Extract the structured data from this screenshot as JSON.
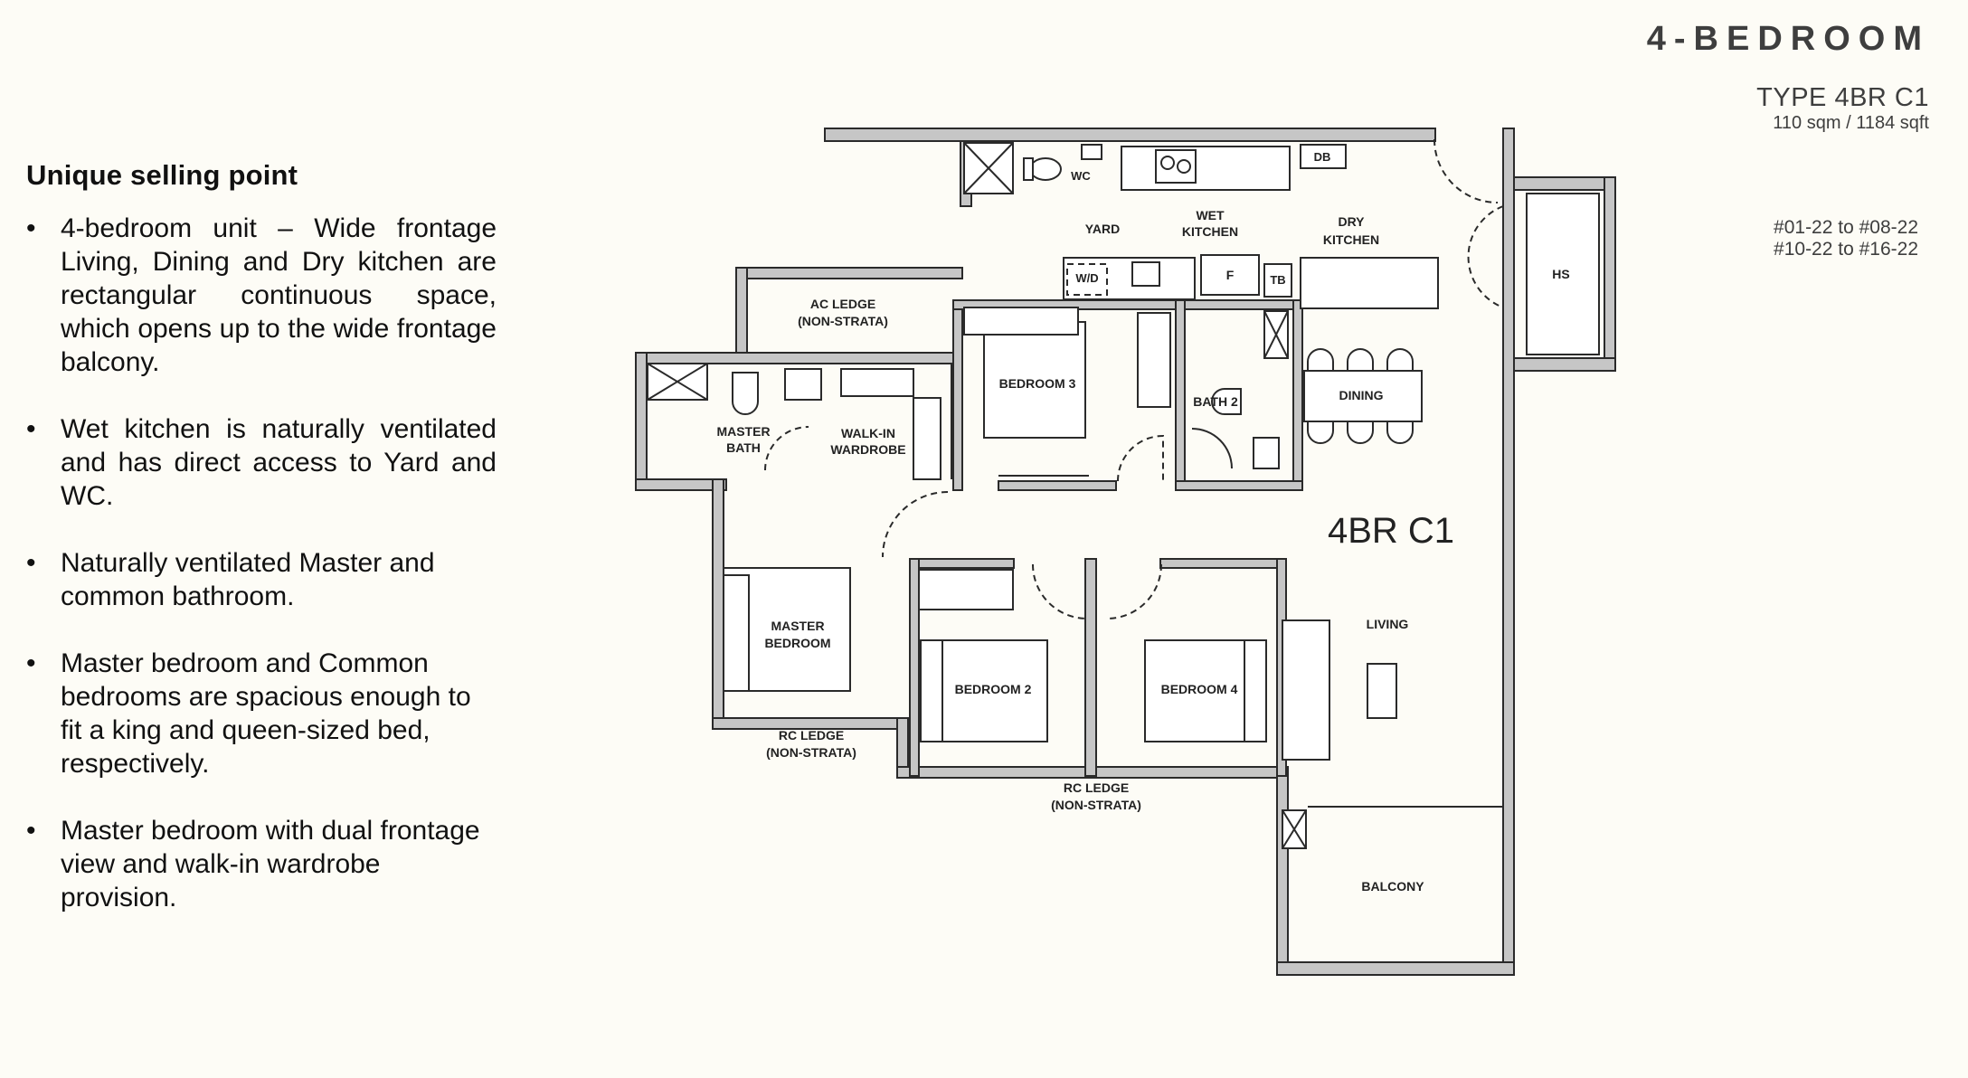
{
  "header": {
    "title": "4-BEDROOM",
    "type": "TYPE 4BR C1",
    "size": "110 sqm / 1184 sqft",
    "units_line1": "#01-22 to #08-22",
    "units_line2": "#10-22 to #16-22"
  },
  "usp": {
    "title": "Unique selling point",
    "bullet": "•",
    "items": [
      "4-bedroom unit – Wide frontage Living, Dining and Dry kitchen are rectangular continuous space, which opens up to the wide frontage balcony.",
      "Wet kitchen is naturally ventilated and has direct access to Yard and WC.",
      "Naturally ventilated Master and common bathroom.",
      "Master bedroom and Common bedrooms are spacious enough to fit a king and queen-sized bed, respectively.",
      "Master bedroom with dual frontage view and walk-in wardrobe provision."
    ]
  },
  "plan": {
    "unit_label": "4BR C1",
    "rooms": {
      "wc": "WC",
      "db": "DB",
      "yard": "YARD",
      "wet_kitchen_1": "WET",
      "wet_kitchen_2": "KITCHEN",
      "dry_kitchen_1": "DRY",
      "dry_kitchen_2": "KITCHEN",
      "hs": "HS",
      "wd": "W/D",
      "f": "F",
      "tb": "TB",
      "ac_ledge_1": "AC LEDGE",
      "ac_ledge_2": "(NON-STRATA)",
      "bedroom3": "BEDROOM 3",
      "bath2": "BATH 2",
      "dining": "DINING",
      "master_bath_1": "MASTER",
      "master_bath_2": "BATH",
      "walk_in_1": "WALK-IN",
      "walk_in_2": "WARDROBE",
      "master_bed_1": "MASTER",
      "master_bed_2": "BEDROOM",
      "bedroom2": "BEDROOM 2",
      "bedroom4": "BEDROOM 4",
      "living": "LIVING",
      "rc_ledge_a_1": "RC LEDGE",
      "rc_ledge_a_2": "(NON-STRATA)",
      "rc_ledge_b_1": "RC LEDGE",
      "rc_ledge_b_2": "(NON-STRATA)",
      "balcony": "BALCONY"
    }
  }
}
